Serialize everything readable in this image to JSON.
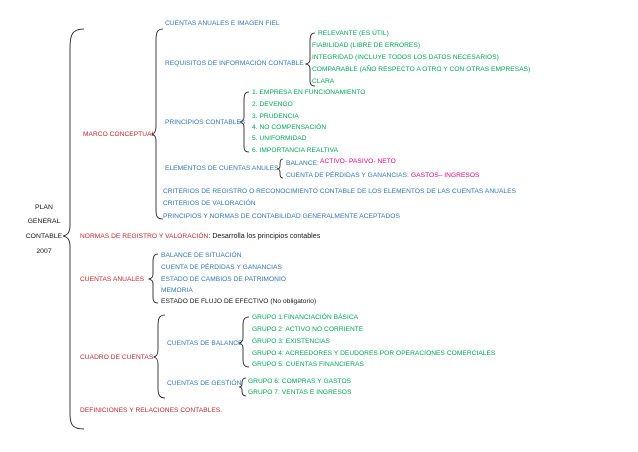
{
  "root": [
    "PLAN",
    "GENERAL",
    "CONTABLE",
    "2007"
  ],
  "marco_conceptual": {
    "label": "MARCO CONCEPTUAL",
    "cuentas_anuales_imagen": "CUENTAS ANUALES E IMAGEN FIEL",
    "requisitos": {
      "label": "REQUISITOS DE INFORMACIÓN CONTABLE",
      "items": [
        "RELEVANTE (ES ÚTIL)",
        "FIABILIDAD (LIBRE DE ERRORES)",
        "INTEGRIDAD (INCLUYE TODOS LOS DATOS NECESARIOS)",
        "COMPARABLE (AÑO RESPECTO A OTRO Y CON OTRAS EMPRESAS)",
        "CLARA"
      ]
    },
    "principios": {
      "label": "PRINCIPIOS CONTABLES",
      "items": [
        "1.   EMPRESA EN FUNCIONAMIENTO",
        "2.   DEVENGO",
        "3.   PRUDENCIA",
        "4.   NO COMPENSACIÓN",
        "5.   UNIFORMIDAD",
        "6.   IMPORTANCIA REALTIVA"
      ]
    },
    "elementos": {
      "label": "ELEMENTOS DE CUENTAS ANULES",
      "balance_label": "BALANCE:",
      "balance_value": "ACTIVO- PASIVO- NETO",
      "pyg_label": "CUENTA DE PÉRDIDAS Y GANANCIAS:",
      "pyg_value": "GASTOS– INGRESOS"
    },
    "criterios_registro": "CRITERIOS DE REGISTRO O RECONOCIMIENTO CONTABLE DE LOS ELEMENTOS DE LAS CUENTAS ANUALES",
    "criterios_valoracion": "CRITERIOS DE VALORACIÓN",
    "principios_normas": "PRINCIPIOS Y NORMAS DE CONTABILIDAD GENERALMENTE ACEPTADOS"
  },
  "normas": {
    "label": "NORMAS DE REGISTRO Y VALORACIÓN",
    "desc": ": Desarrolla los principios contables"
  },
  "cuentas_anuales": {
    "label": "CUENTAS ANUALES",
    "items": [
      "BALANCE DE SITUACIÓN",
      "CUENTA DE PÉRDIDAS Y GANANCIAS",
      "ESTADO DE CAMBIOS DE PATRIMONIO",
      "MEMORIA"
    ],
    "estado_flujo": "ESTADO DE FLUJO DE EFECTIVO (No obligatorio)"
  },
  "cuadro": {
    "label": "CUADRO DE CUENTAS",
    "balance": {
      "label": "CUENTAS DE BALANCE",
      "items": [
        "GRUPO 1:FINANCIACIÓN BÁSICA",
        "GRUPO 2: ACTIVO NO CORRIENTE",
        "GRUPO 3: EXISTENCIAS",
        "GRUPO 4: ACREEDORES Y DEUDORES POR OPERACIONES COMERCIALES",
        "GRUPO 5: CUENTAS FINANCIERAS"
      ]
    },
    "gestion": {
      "label": "CUENTAS DE GESTIÓN",
      "items": [
        "GRUPO 6: COMPRAS Y GASTOS",
        "GRUPO 7: VENTAS E INGRESOS"
      ]
    }
  },
  "definiciones": "DEFINICIONES Y RELACIONES CONTABLES."
}
